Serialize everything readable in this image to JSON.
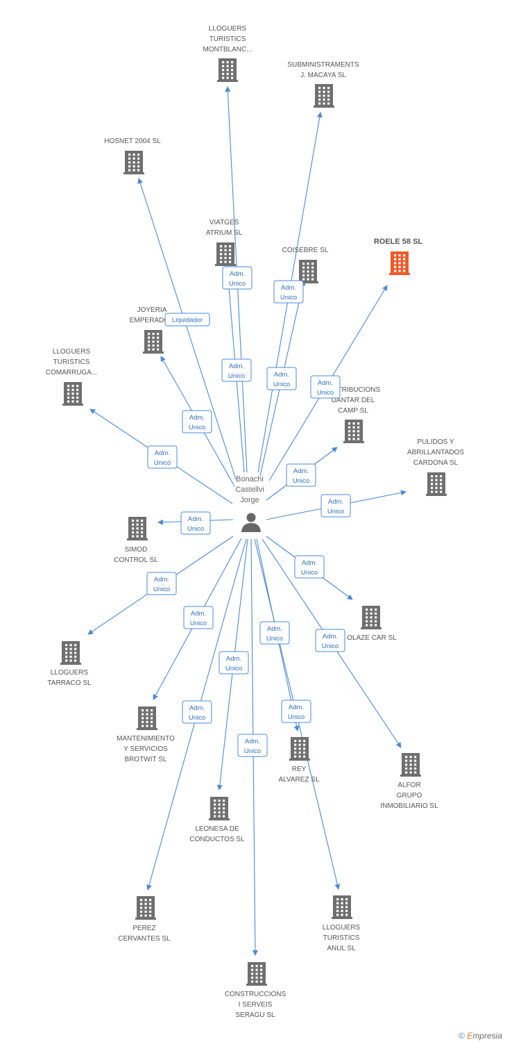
{
  "colors": {
    "edge": "#4a8ad8",
    "building": "#6f6f6f",
    "highlight": "#f05a28",
    "person": "#666666"
  },
  "center": {
    "name_lines": [
      "Bonachi",
      "Castellvi",
      "Jorge"
    ],
    "icon": "person-icon"
  },
  "nodes": [
    {
      "id": "montblanc",
      "lines": [
        "LLOGUERS",
        "TURISTICS",
        "MONTBLANC..."
      ],
      "role": [
        "Adm.",
        "Unico"
      ],
      "icon": "building-icon"
    },
    {
      "id": "macaya",
      "lines": [
        "SUBMINISTRAMENTS",
        "J. MACAYA SL"
      ],
      "role": [
        "Adm.",
        "Unico"
      ],
      "icon": "building-icon"
    },
    {
      "id": "hosnet",
      "lines": [
        "HOSNET 2004 SL"
      ],
      "role": [
        "Liquidador"
      ],
      "icon": "building-icon"
    },
    {
      "id": "viatges",
      "lines": [
        "VIATGES",
        "ATRIUM SL"
      ],
      "role": [
        "Adm.",
        "Unico"
      ],
      "icon": "building-icon"
    },
    {
      "id": "coisebre",
      "lines": [
        "COISEBRE SL"
      ],
      "role": [
        "Adm.",
        "Unico"
      ],
      "icon": "building-icon"
    },
    {
      "id": "roele",
      "lines": [
        "ROELE 58 SL"
      ],
      "role": [
        "Adm.",
        "Unico"
      ],
      "icon": "building-icon",
      "highlight": true
    },
    {
      "id": "joyeria",
      "lines": [
        "JOYERIA",
        "EMPERADOR"
      ],
      "role": [
        "Adm.",
        "Unico"
      ],
      "icon": "building-icon"
    },
    {
      "id": "comarruga",
      "lines": [
        "LLOGUERS",
        "TURISTICS",
        "COMARRUGA..."
      ],
      "role": [
        "Adm.",
        "Unico"
      ],
      "icon": "building-icon"
    },
    {
      "id": "dantar",
      "lines": [
        "DISTRIBUCIONS",
        "DANTAR DEL",
        "CAMP SL"
      ],
      "role": [
        "Adm.",
        "Unico"
      ],
      "icon": "building-icon"
    },
    {
      "id": "pulidos",
      "lines": [
        "PULIDOS Y",
        "ABRILLANTADOS",
        "CARDONA SL"
      ],
      "role": [
        "Adm.",
        "Unico"
      ],
      "icon": "building-icon"
    },
    {
      "id": "simod",
      "lines": [
        "SIMOD",
        "CONTROL SL"
      ],
      "role": [
        "Adm.",
        "Unico"
      ],
      "icon": "building-icon"
    },
    {
      "id": "olaze",
      "lines": [
        "OLAZE CAR SL"
      ],
      "role": [
        "Adm.",
        "Unico"
      ],
      "icon": "building-icon"
    },
    {
      "id": "tarraco",
      "lines": [
        "LLOGUERS",
        "TARRACO SL"
      ],
      "role": [
        "Adm.",
        "Unico"
      ],
      "icon": "building-icon"
    },
    {
      "id": "brotwit",
      "lines": [
        "MANTENIMIENTO",
        "Y SERVICIOS",
        "BROTWIT SL"
      ],
      "role": [
        "Adm.",
        "Unico"
      ],
      "icon": "building-icon"
    },
    {
      "id": "rey",
      "lines": [
        "REY",
        "ALVAREZ SL"
      ],
      "role": [
        "Adm.",
        "Unico"
      ],
      "icon": "building-icon"
    },
    {
      "id": "alfor",
      "lines": [
        "ALFOR",
        "GRUPO",
        "INMOBILIARIO SL"
      ],
      "role": [
        "Adm.",
        "Unico"
      ],
      "icon": "building-icon"
    },
    {
      "id": "leonesa",
      "lines": [
        "LEONESA DE",
        "CONDUCTOS SL"
      ],
      "role": [
        "Adm.",
        "Unico"
      ],
      "icon": "building-icon"
    },
    {
      "id": "perez",
      "lines": [
        "PEREZ",
        "CERVANTES SL"
      ],
      "role": [
        "Adm.",
        "Unico"
      ],
      "icon": "building-icon"
    },
    {
      "id": "anul",
      "lines": [
        "LLOGUERS",
        "TURISTICS",
        "ANUL SL"
      ],
      "role": [
        "Adm.",
        "Unico"
      ],
      "icon": "building-icon"
    },
    {
      "id": "seragu",
      "lines": [
        "CONSTRUCCIONS",
        "I SERVEIS",
        "SERAGU SL"
      ],
      "role": [
        "Adm.",
        "Unico"
      ],
      "icon": "building-icon"
    }
  ],
  "footer": {
    "copyright": "©",
    "brand_first": "E",
    "brand_rest": "mpresia"
  }
}
